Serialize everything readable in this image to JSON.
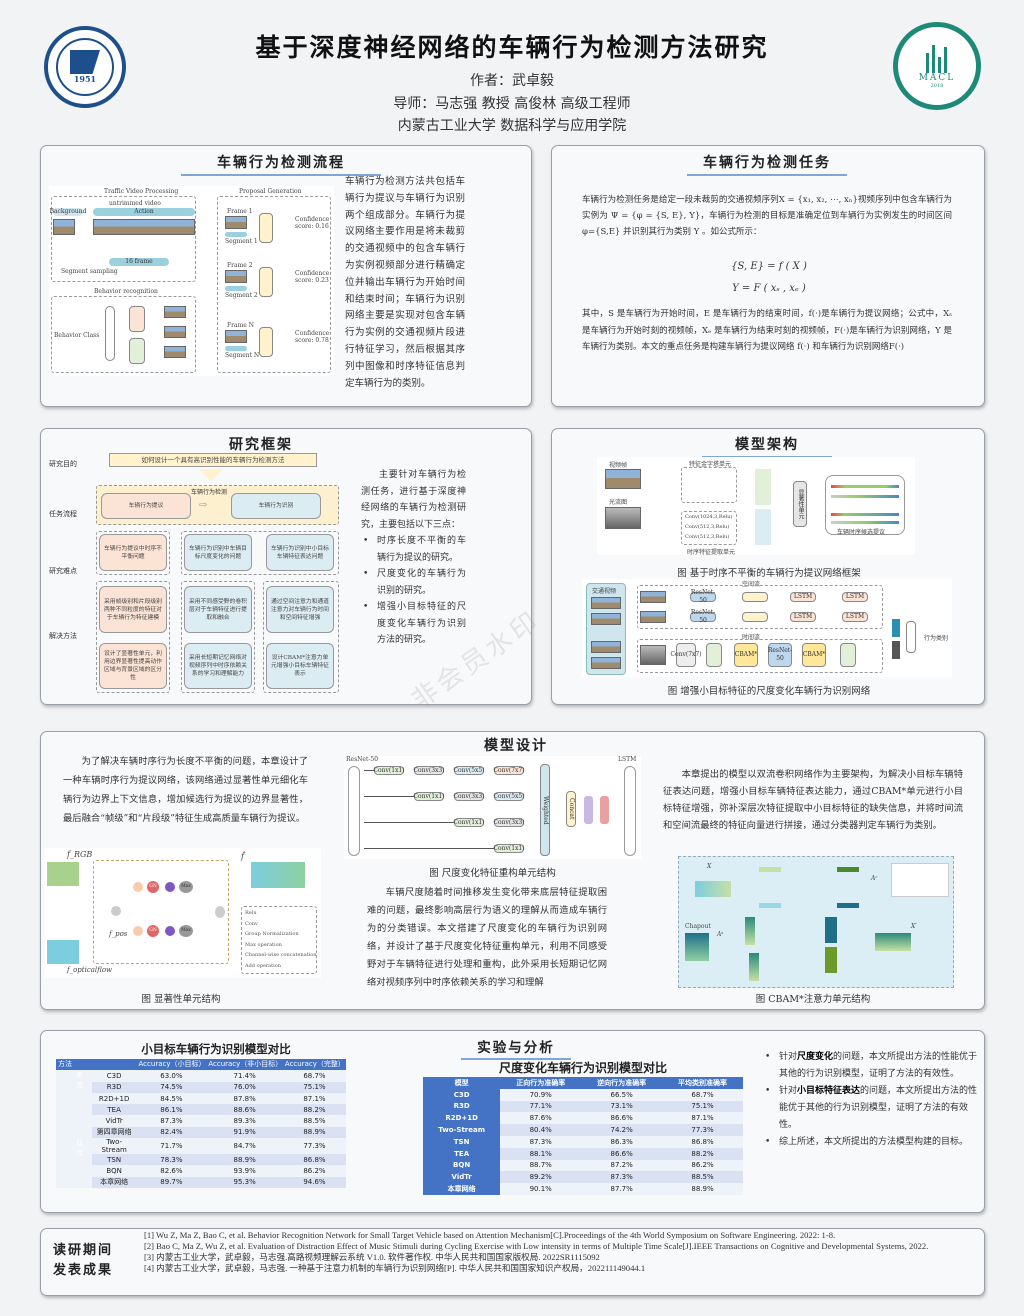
{
  "header": {
    "title": "基于深度神经网络的车辆行为检测方法研究",
    "author": "作者：武卓毅",
    "advisor": "导师：马志强 教授  高俊林 高级工程师",
    "affiliation": "内蒙古工业大学   数据科学与应用学院",
    "logo_left_year": "1951",
    "logo_right_text": "MACL",
    "logo_right_year": "2018"
  },
  "watermark": "非会员水印",
  "flow": {
    "title": "车辆行为检测流程",
    "text": "车辆行为检测方法共包括车辆行为提议与车辆行为识别两个组成部分。车辆行为提议网络主要作用是将未裁剪的交通视频中的包含车辆行为实例视频部分进行精确定位并输出车辆行为开始时间和结束时间；车辆行为识别网络主要是实现对包含车辆行为实例的交通视频片段进行特征学习，然后根据其序列中图像和时序特征信息判定车辆行为的类别。",
    "fig": {
      "tvp": "Traffic Video Processing",
      "untrimmed": "untrimmed video",
      "background": "Background",
      "action": "Action",
      "sampling": "Segment sampling",
      "frames16": "16 frame",
      "pg": "Proposal Generation",
      "frame1": "Frame 1",
      "seg1": "Segment 1",
      "conf1": "Confidence score: 0.16",
      "frame2": "Frame 2",
      "seg2": "Segment 2",
      "conf2": "Confidence score: 0.23",
      "frameN": "Frame N",
      "segN": "Segment N",
      "confN": "Confidence score: 0.78",
      "br": "Behavior recognition",
      "bc": "Behavior Class"
    }
  },
  "task": {
    "title": "车辆行为检测任务",
    "p1": "车辆行为检测任务是给定一段未裁剪的交通视频序列X = {x₁, x₂, ⋯, xₙ}视频序列中包含车辆行为实例为  Ψ = {φ = {S, E}, Y}，车辆行为检测的目标是准确定位到车辆行为实例发生的时间区间  φ={S,E}  并识别其行为类别 Y 。如公式所示：",
    "eq1": "{S, E} = f ( X )",
    "eq2": "Y = F ( xₛ , xₑ )",
    "p2": "其中，S 是车辆行为开始时间，E 是车辆行为的结束时间，f(·)是车辆行为提议网络；公式中，Xₛ 是车辆行为开始时刻的视频帧，Xₑ 是车辆行为结束时刻的视频帧，F(·)是车辆行为识别网络，Y 是车辆行为类别。本文的重点任务是构建车辆行为提议网络 f(·) 和车辆行为识别网络F(·)"
  },
  "framework": {
    "title": "研究框架",
    "rows": [
      "研究目的",
      "任务流程",
      "研究难点",
      "解决方法"
    ],
    "goal": "如何设计一个具有高识别性能的车辆行为检测方法",
    "task_group": "车辆行为检测",
    "proposal": "车辆行为提议",
    "recognition": "车辆行为识别",
    "diff": [
      "车辆行为提议中时序不平衡问题",
      "车辆行为识别中车辆目标尺度变化的问题",
      "车辆行为识别中小目标车辆特征表达问题"
    ],
    "sol1": [
      "采用帧级别和片段级别两种不同粒度的特征对于车辆行为特征建模",
      "采用不同感受野的卷积层对于车辆特征进行提取和融合",
      "通过空间注意力和通道注意力对车辆行为时间和空间特征增强"
    ],
    "sol2": [
      "设计了显著性单元，利用边界显著性提高动作区域与背景区域的区分性",
      "采用长短期记忆网络对视频序列中时序依赖关系的学习和理解能力",
      "设计CBAM*注意力单元增强小目标车辆特征表示"
    ],
    "intro": "主要针对车辆行为检测任务，进行基于深度神经网络的车辆行为检测研究，主要包括以下三点：",
    "bullets": [
      "时序长度不平衡的车辆行为提议的研究。",
      "尺度变化的车辆行为识别的研究。",
      "增强小目标特征的尺度变化车辆行为识别方法的研究。"
    ]
  },
  "arch": {
    "title": "模型架构",
    "cap1": "图  基于时序不平衡的车辆行为提议网络框架",
    "cap2": "图  增强小目标特征的尺度变化车辆行为识别网络",
    "f1": {
      "frame": "视频帧",
      "flow": "光流图",
      "fu": "特征金字塔单元",
      "conv1": "Conv(1024,3,Relu)",
      "conv2": "Conv(512,3,Relu)",
      "conv3": "Conv(512,3,Relu)",
      "tu": "时序特征提取单元",
      "fuse": "显著性单元",
      "out": "车辆时序候选提议"
    },
    "f2": {
      "input": "交通视频",
      "space": "空间流",
      "time": "时间流",
      "resnet": "ResNet-50",
      "lstm": "LSTM",
      "conv": "Conv(7x7)",
      "cbam": "CBAM*",
      "out": "行为类别"
    }
  },
  "design": {
    "title": "模型设计",
    "left_text": "为了解决车辆时序行为长度不平衡的问题，本章设计了一种车辆时序行为提议网络，该网络通过显著性单元细化车辆行为边界上下文信息，增加候选行为提议的边界显著性，最后融合“帧级”和“片段级”特征生成高质量车辆行为提议。",
    "left_cap": "图 显著性单元结构",
    "sal": {
      "frgb": "f_RGB",
      "fflow": "f_opticalflow",
      "fpos": "f_pos",
      "fout": "f̂",
      "gn": "GN",
      "max": "Max",
      "legend": [
        "Relu",
        "Conv",
        "Group Normalization",
        "Max operation",
        "Channel-wise concatenation",
        "Add operation"
      ]
    },
    "mid_cap": "图 尺度变化特征重构单元结构",
    "msr": {
      "resnet": "ResNet-50",
      "lstm": "LSTM",
      "c1": "Conv(1x1)",
      "c3": "Conv(3x3)",
      "c5": "Conv(5x5)",
      "c7": "Conv(7x7)",
      "cat": "Concat",
      "merge": "Weighted"
    },
    "mid_text": "车辆尺度随着时间推移发生变化带来底层特征提取困难的问题，最终影响高层行为语义的理解从而造成车辆行为的分类错误。本文搭建了尺度变化的车辆行为识别网络，并设计了基于尺度变化特征重构单元，利用不同感受野对于车辆特征进行处理和重构，此外采用长短期记忆网络对视频序列中时序依赖关系的学习和理解",
    "right_text": "本章提出的模型以双流卷积网络作为主要架构，为解决小目标车辆特征表达问题，增强小目标车辆特征表达能力，通过CBAM*单元进行小目标特征增强，弥补深层次特征提取中小目标特征的缺失信息，并将时间流和空间流最终的特征向量进行拼接，通过分类器判定车辆行为类别。",
    "right_cap": "图 CBAM*注意力单元结构",
    "cbam": {
      "x": "X",
      "chout": "Chapout",
      "ac": "Aᶜ",
      "as": "Aˢ",
      "xp": "X′"
    }
  },
  "exp": {
    "title": "实验与分析",
    "t1": {
      "title": "小目标车辆行为识别模型对比",
      "headers": [
        "方法",
        "Accuracy（小目标）",
        "Accuracy（非小目标）",
        "Accuracy（完整）"
      ],
      "groups": [
        {
          "name": "单流",
          "rows": [
            [
              "C3D",
              "63.0%",
              "71.4%",
              "68.7%"
            ],
            [
              "R3D",
              "74.5%",
              "76.0%",
              "75.1%"
            ],
            [
              "R2D+1D",
              "84.5%",
              "87.8%",
              "87.1%"
            ],
            [
              "TEA",
              "86.1%",
              "88.6%",
              "88.2%"
            ],
            [
              "VidTr",
              "87.3%",
              "89.3%",
              "88.5%"
            ],
            [
              "第四章网络",
              "82.4%",
              "91.9%",
              "88.9%"
            ]
          ]
        },
        {
          "name": "双流",
          "rows": [
            [
              "Two-Stream",
              "71.7%",
              "84.7%",
              "77.3%"
            ],
            [
              "TSN",
              "78.3%",
              "88.9%",
              "86.8%"
            ],
            [
              "BQN",
              "82.6%",
              "93.9%",
              "86.2%"
            ],
            [
              "本章网络",
              "89.7%",
              "95.3%",
              "94.6%"
            ]
          ]
        }
      ]
    },
    "t2": {
      "title": "尺度变化车辆行为识别模型对比",
      "headers": [
        "模型",
        "正向行为准确率",
        "逆向行为准确率",
        "平均类别准确率"
      ],
      "rows": [
        [
          "C3D",
          "70.9%",
          "66.5%",
          "68.7%"
        ],
        [
          "R3D",
          "77.1%",
          "73.1%",
          "75.1%"
        ],
        [
          "R2D+1D",
          "87.6%",
          "86.6%",
          "87.1%"
        ],
        [
          "Two-Stream",
          "80.4%",
          "74.2%",
          "77.3%"
        ],
        [
          "TSN",
          "87.3%",
          "86.3%",
          "86.8%"
        ],
        [
          "TEA",
          "88.1%",
          "86.6%",
          "88.2%"
        ],
        [
          "BQN",
          "88.7%",
          "87.2%",
          "86.2%"
        ],
        [
          "VidTr",
          "89.2%",
          "87.3%",
          "88.5%"
        ],
        [
          "本章网络",
          "90.1%",
          "87.7%",
          "88.9%"
        ]
      ]
    },
    "bullets": [
      {
        "pre": "针对",
        "bold": "尺度变化",
        "post": "的问题，本文所提出方法的性能优于其他的行为识别模型，证明了方法的有效性。"
      },
      {
        "pre": "针对",
        "bold": "小目标特征表达",
        "post": "的问题，本文所提出方法的性能优于其他的行为识别模型，证明了方法的有效性。"
      },
      {
        "pre": "",
        "bold": "",
        "post": "综上所述，本文所提出的方法模型构建的目标。"
      }
    ]
  },
  "pubs": {
    "title_1": "读研期间",
    "title_2": "发表成果",
    "items": [
      "[1] Wu Z, Ma Z, Bao C, et al. Behavior Recognition Network for Small Target Vehicle based on Attention Mechanism[C].Proceedings of the 4th World Symposium on Software Engineering. 2022: 1-8.",
      "[2] Bao C, Ma Z, Wu Z, et al. Evaluation of Distraction Effect of Music Stimuli during Cycling Exercise with Low intensity in terms of Multiple Time Scale[J].IEEE Transactions on Cognitive and Developmental Systems, 2022.",
      "[3] 内蒙古工业大学，武卓毅，马志强.高路视频理解云系统 V1.0. 软件著作权. 中华人民共和国国家版权局. 2022SR1115092",
      "[4] 内蒙古工业大学，武卓毅，马志强. 一种基于注意力机制的车辆行为识别网络[P]. 中华人民共和国国家知识产权局，202211149044.1"
    ]
  }
}
